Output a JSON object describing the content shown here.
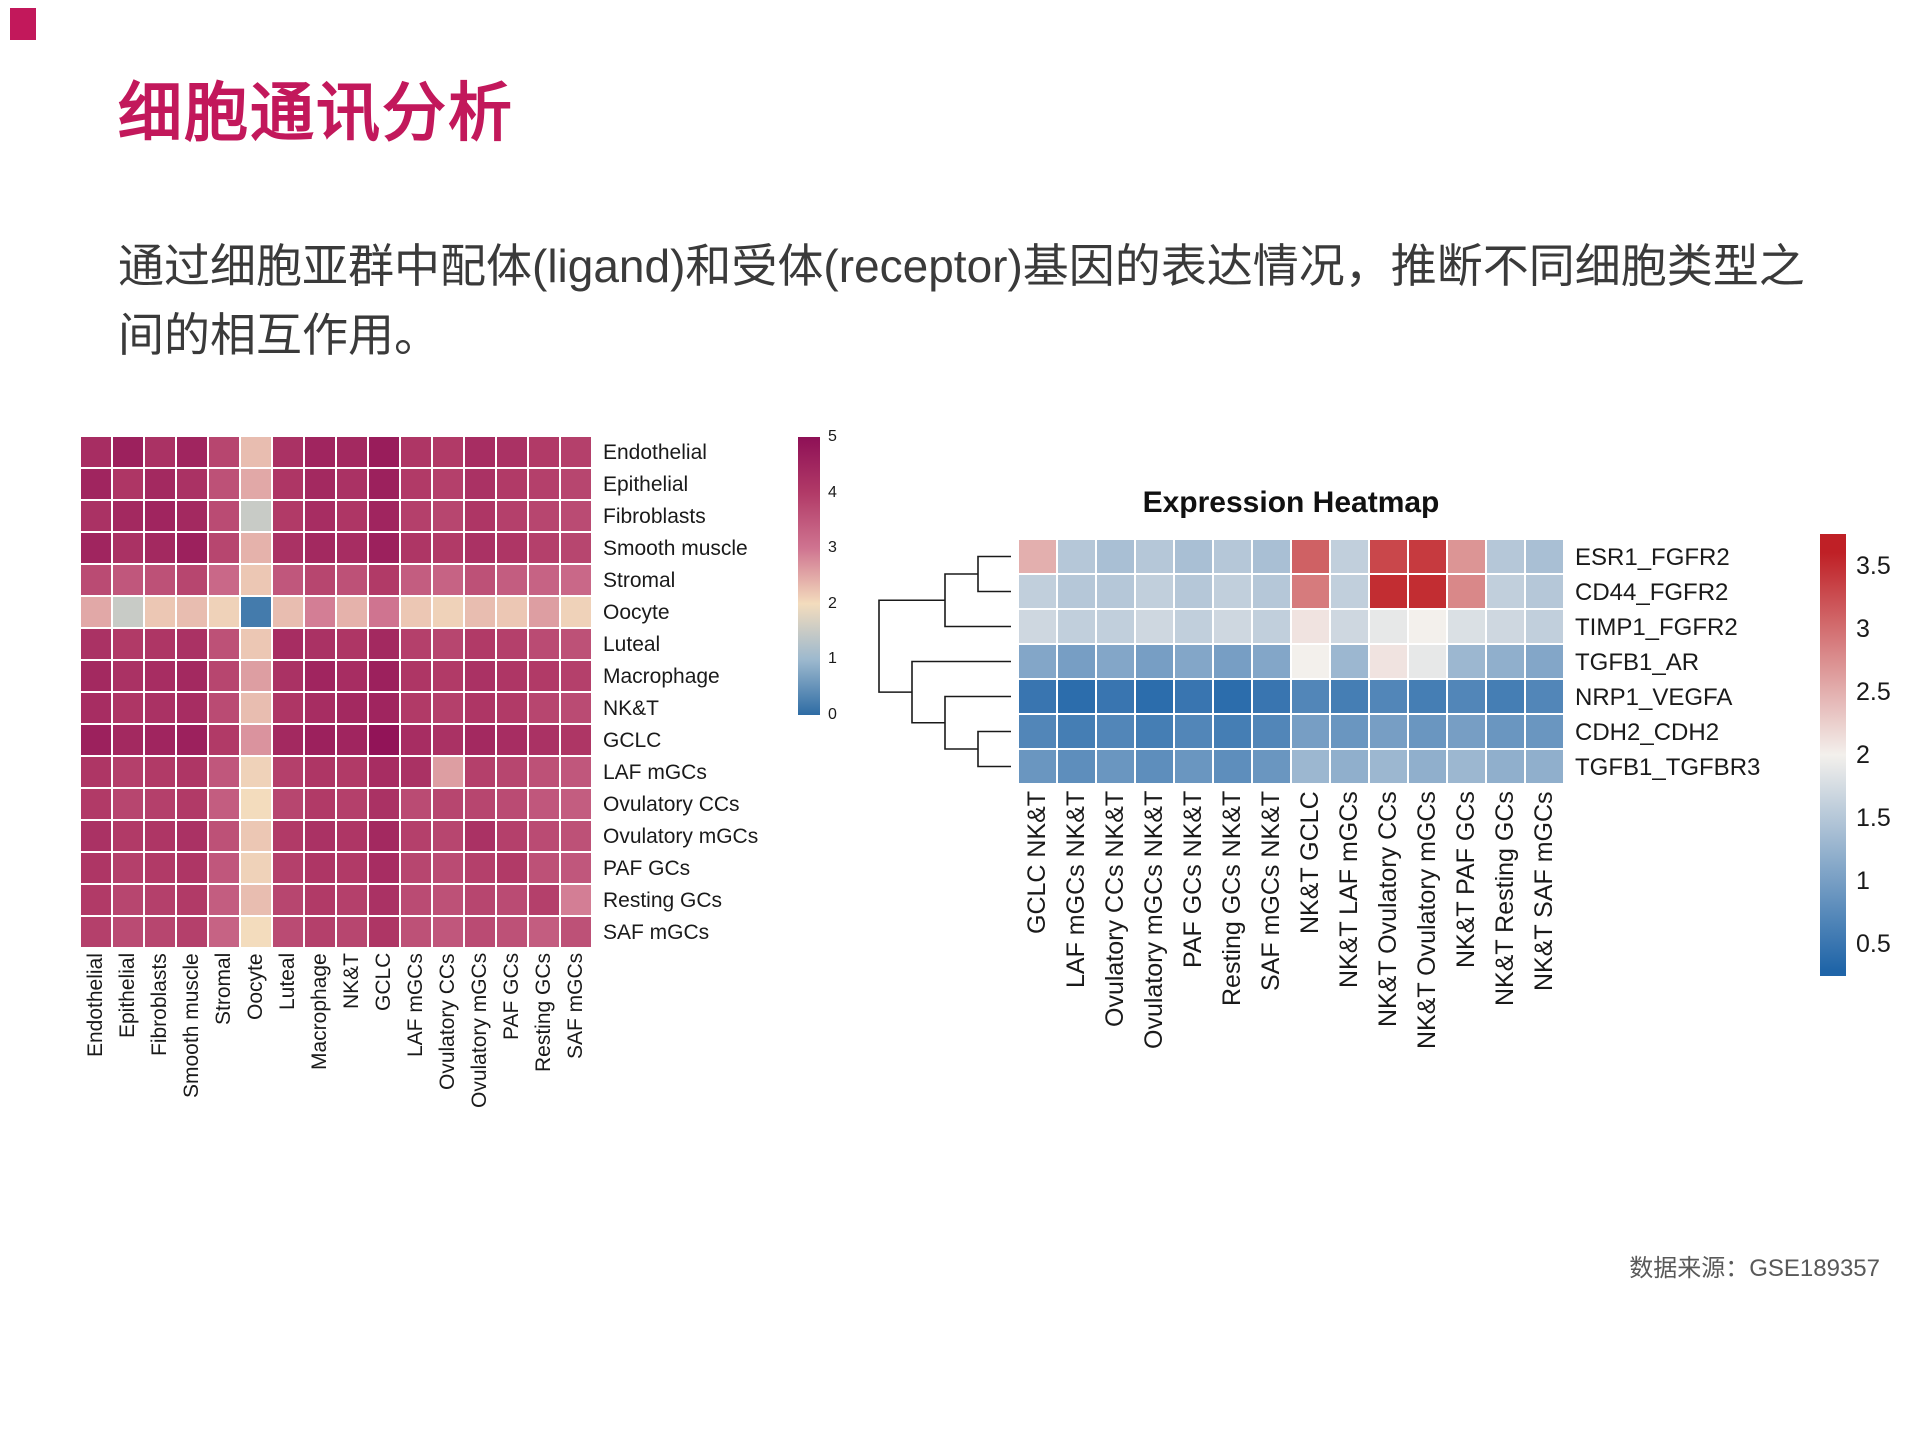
{
  "page": {
    "title": "细胞通讯分析",
    "description": "通过细胞亚群中配体(ligand)和受体(receptor)基因的表达情况，推断不同细胞类型之间的相互作用。",
    "source": "数据来源：GSE189357",
    "accent_color": "#c2185b"
  },
  "chart_data": [
    {
      "type": "heatmap",
      "name": "cell-cell-interaction-heatmap",
      "rows": [
        "Endothelial",
        "Epithelial",
        "Fibroblasts",
        "Smooth muscle",
        "Stromal",
        "Oocyte",
        "Luteal",
        "Macrophage",
        "NK&T",
        "GCLC",
        "LAF mGCs",
        "Ovulatory CCs",
        "Ovulatory mGCs",
        "PAF GCs",
        "Resting GCs",
        "SAF mGCs"
      ],
      "columns": [
        "Endothelial",
        "Epithelial",
        "Fibroblasts",
        "Smooth muscle",
        "Stromal",
        "Oocyte",
        "Luteal",
        "Macrophage",
        "NK&T",
        "GCLC",
        "LAF mGCs",
        "Ovulatory CCs",
        "Ovulatory mGCs",
        "PAF GCs",
        "Resting GCs",
        "SAF mGCs"
      ],
      "values": [
        [
          4.3,
          4.6,
          4.2,
          4.5,
          3.8,
          2.3,
          4.2,
          4.5,
          4.4,
          4.7,
          4.1,
          4.0,
          4.3,
          4.2,
          4.0,
          3.9
        ],
        [
          4.5,
          4.1,
          4.4,
          4.2,
          3.6,
          2.5,
          4.1,
          4.4,
          4.2,
          4.6,
          4.0,
          3.9,
          4.2,
          4.0,
          3.9,
          3.8
        ],
        [
          4.2,
          4.4,
          4.5,
          4.4,
          3.7,
          1.5,
          4.0,
          4.3,
          4.1,
          4.5,
          3.9,
          3.8,
          4.1,
          3.9,
          3.8,
          3.7
        ],
        [
          4.5,
          4.2,
          4.4,
          4.6,
          3.8,
          2.4,
          4.2,
          4.4,
          4.3,
          4.6,
          4.1,
          4.0,
          4.2,
          4.1,
          3.9,
          3.8
        ],
        [
          3.7,
          3.5,
          3.6,
          3.8,
          3.2,
          2.2,
          3.5,
          3.8,
          3.6,
          4.0,
          3.4,
          3.3,
          3.6,
          3.4,
          3.3,
          3.2
        ],
        [
          2.5,
          1.5,
          2.2,
          2.3,
          2.1,
          0.2,
          2.3,
          2.9,
          2.4,
          3.0,
          2.2,
          2.1,
          2.3,
          2.2,
          2.6,
          2.1
        ],
        [
          4.2,
          4.0,
          4.1,
          4.2,
          3.6,
          2.2,
          4.3,
          4.2,
          4.1,
          4.4,
          3.9,
          3.8,
          4.0,
          3.9,
          3.7,
          3.6
        ],
        [
          4.4,
          4.2,
          4.3,
          4.4,
          3.8,
          2.6,
          4.2,
          4.5,
          4.3,
          4.6,
          4.1,
          4.0,
          4.2,
          4.1,
          4.0,
          3.9
        ],
        [
          4.3,
          4.1,
          4.2,
          4.3,
          3.7,
          2.3,
          4.1,
          4.3,
          4.4,
          4.5,
          4.0,
          3.9,
          4.1,
          4.0,
          3.8,
          3.7
        ],
        [
          4.6,
          4.4,
          4.5,
          4.6,
          4.0,
          2.7,
          4.4,
          4.6,
          4.5,
          4.9,
          4.3,
          4.2,
          4.4,
          4.3,
          4.2,
          4.1
        ],
        [
          4.1,
          3.9,
          4.0,
          4.1,
          3.5,
          2.1,
          3.9,
          4.1,
          4.0,
          4.3,
          4.2,
          2.6,
          3.9,
          3.8,
          3.6,
          3.5
        ],
        [
          4.0,
          3.8,
          3.9,
          4.0,
          3.4,
          2.0,
          3.8,
          4.0,
          3.9,
          4.2,
          3.7,
          3.8,
          3.8,
          3.7,
          3.5,
          3.4
        ],
        [
          4.2,
          4.0,
          4.1,
          4.2,
          3.6,
          2.2,
          4.0,
          4.2,
          4.1,
          4.4,
          3.9,
          3.8,
          4.2,
          3.9,
          3.7,
          3.6
        ],
        [
          4.1,
          3.9,
          4.0,
          4.1,
          3.5,
          2.1,
          3.9,
          4.1,
          4.0,
          4.3,
          3.8,
          3.7,
          3.9,
          4.0,
          3.6,
          3.5
        ],
        [
          4.0,
          3.8,
          3.9,
          4.0,
          3.4,
          2.3,
          3.8,
          4.0,
          3.9,
          4.2,
          3.7,
          3.6,
          3.8,
          3.7,
          3.9,
          2.9
        ],
        [
          3.9,
          3.7,
          3.8,
          3.9,
          3.3,
          2.0,
          3.7,
          3.9,
          3.8,
          4.1,
          3.6,
          3.5,
          3.7,
          3.6,
          3.4,
          3.6
        ]
      ],
      "vmin": 0,
      "vmax": 5,
      "colorbar_ticks": [
        5,
        4,
        3,
        2,
        1,
        0
      ],
      "colormap_stops": [
        [
          0,
          "#2e6ca4"
        ],
        [
          1,
          "#9db9ce"
        ],
        [
          2,
          "#f3dcbd"
        ],
        [
          3,
          "#cf7490"
        ],
        [
          4,
          "#b13a67"
        ],
        [
          5,
          "#8e1056"
        ]
      ],
      "legend_position": "right-of-grid"
    },
    {
      "type": "heatmap",
      "name": "expression-heatmap",
      "title": "Expression Heatmap",
      "rows": [
        "ESR1_FGFR2",
        "CD44_FGFR2",
        "TIMP1_FGFR2",
        "TGFB1_AR",
        "NRP1_VEGFA",
        "CDH2_CDH2",
        "TGFB1_TGFBR3"
      ],
      "columns": [
        "GCLC NK&T",
        "LAF mGCs NK&T",
        "Ovulatory CCs NK&T",
        "Ovulatory mGCs NK&T",
        "PAF GCs NK&T",
        "Resting GCs NK&T",
        "SAF mGCs NK&T",
        "NK&T GCLC",
        "NK&T LAF mGCs",
        "NK&T Ovulatory CCs",
        "NK&T Ovulatory mGCs",
        "NK&T PAF GCs",
        "NK&T Resting GCs",
        "NK&T SAF mGCs"
      ],
      "values": [
        [
          2.5,
          1.5,
          1.4,
          1.5,
          1.4,
          1.5,
          1.4,
          3.1,
          1.6,
          3.3,
          3.4,
          2.7,
          1.5,
          1.4
        ],
        [
          1.6,
          1.5,
          1.5,
          1.6,
          1.5,
          1.6,
          1.5,
          2.9,
          1.6,
          3.5,
          3.5,
          2.8,
          1.6,
          1.5
        ],
        [
          1.7,
          1.6,
          1.6,
          1.7,
          1.6,
          1.7,
          1.6,
          2.1,
          1.7,
          1.9,
          2.0,
          1.8,
          1.7,
          1.6
        ],
        [
          1.1,
          1.0,
          1.1,
          1.0,
          1.1,
          1.0,
          1.1,
          2.0,
          1.3,
          2.1,
          1.9,
          1.3,
          1.2,
          1.1
        ],
        [
          0.5,
          0.4,
          0.5,
          0.4,
          0.5,
          0.4,
          0.5,
          0.7,
          0.6,
          0.7,
          0.6,
          0.7,
          0.6,
          0.7
        ],
        [
          0.7,
          0.6,
          0.7,
          0.6,
          0.7,
          0.6,
          0.7,
          1.0,
          0.9,
          1.0,
          0.9,
          1.0,
          0.9,
          0.9
        ],
        [
          0.9,
          0.8,
          0.9,
          0.8,
          0.9,
          0.8,
          0.9,
          1.3,
          1.2,
          1.3,
          1.2,
          1.3,
          1.2,
          1.2
        ]
      ],
      "vmin": 0.25,
      "vmax": 3.75,
      "colorbar_ticks": [
        3.5,
        3,
        2.5,
        2,
        1.5,
        1,
        0.5
      ],
      "colormap_stops": [
        [
          0.3,
          "#2065a8"
        ],
        [
          2,
          "#f3f0ec"
        ],
        [
          3.6,
          "#bf2026"
        ]
      ],
      "legend_position": "right-of-grid",
      "row_dendrogram": [
        [
          [
            "ESR1_FGFR2",
            "CD44_FGFR2"
          ],
          "TIMP1_FGFR2"
        ],
        [
          "TGFB1_AR",
          [
            "NRP1_VEGFA",
            [
              "CDH2_CDH2",
              "TGFB1_TGFBR3"
            ]
          ]
        ]
      ]
    }
  ]
}
